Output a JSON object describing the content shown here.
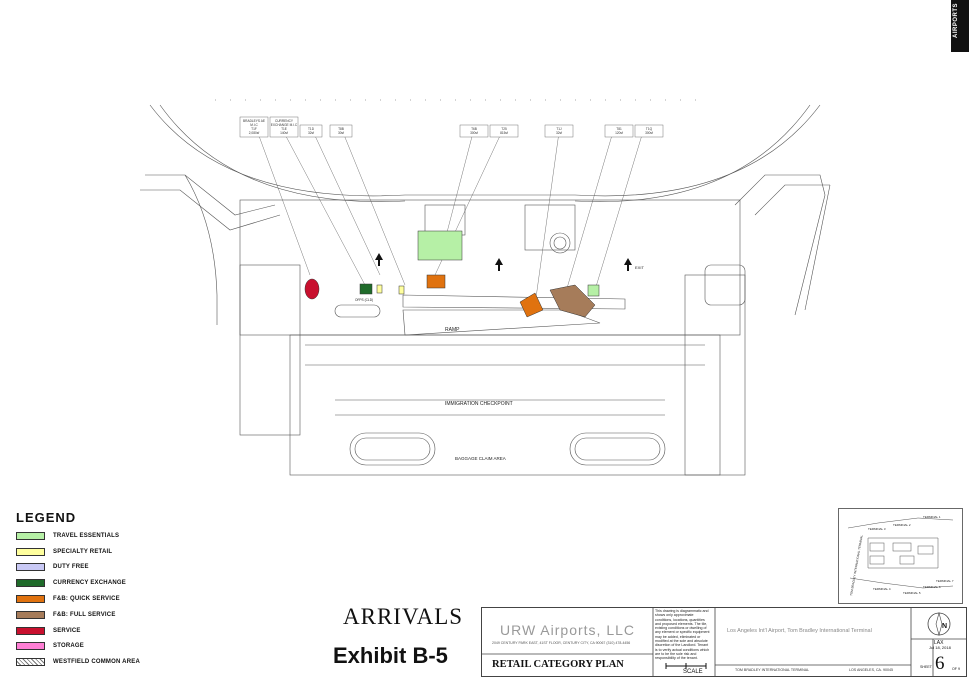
{
  "side_tab": "AIRPORTS",
  "plan": {
    "callouts": [
      {
        "line1": "BRADLEYS AE",
        "line2": "M.I.C",
        "line3": "T1F",
        "line4": "2,080sf"
      },
      {
        "line1": "CURRENCY",
        "line2": "EXCHANGE M.I.C",
        "line3": "T1E",
        "line4": "140sf"
      },
      {
        "line1": "",
        "line2": "",
        "line3": "T1D",
        "line4": "32sf"
      },
      {
        "line1": "",
        "line2": "",
        "line3": "T8B",
        "line4": "30sf"
      },
      {
        "line1": "",
        "line2": "",
        "line3": "T6B",
        "line4": "300sf"
      },
      {
        "line1": "",
        "line2": "",
        "line3": "T25",
        "line4": "815sf"
      },
      {
        "line1": "",
        "line2": "",
        "line3": "T1J",
        "line4": "32sf"
      },
      {
        "line1": "",
        "line2": "",
        "line3": "T81",
        "line4": "120sf"
      },
      {
        "line1": "",
        "line2": "",
        "line3": "T1Q",
        "line4": "300sf"
      }
    ],
    "labels": {
      "ramp": "RAMP",
      "immigration": "IMMIGRATION CHECKPOINT",
      "baggage": "BAGGAGE CLAIM AREA",
      "exit": "EXIT",
      "ofps": "OFPS (CLD)"
    }
  },
  "legend": {
    "title": "LEGEND",
    "items": [
      {
        "label": "TRAVEL ESSENTIALS",
        "color": "#b6f0a6"
      },
      {
        "label": "SPECIALTY RETAIL",
        "color": "#ffff9e"
      },
      {
        "label": "DUTY FREE",
        "color": "#c9c9f5"
      },
      {
        "label": "CURRENCY EXCHANGE",
        "color": "#1f6b2a"
      },
      {
        "label": "F&B: QUICK SERVICE",
        "color": "#e0720f"
      },
      {
        "label": "F&B: FULL SERVICE",
        "color": "#a67c5a"
      },
      {
        "label": "SERVICE",
        "color": "#c8102e"
      },
      {
        "label": "STORAGE",
        "color": "#ff7fd5"
      },
      {
        "label": "WESTFIELD COMMON AREA",
        "color": "hatch"
      }
    ]
  },
  "titles": {
    "arrivals": "ARRIVALS",
    "exhibit": "Exhibit B-5"
  },
  "title_block": {
    "company": "URW Airports, LLC",
    "address": "2049 CENTURY PARK EAST, 41ST FLOOR, CENTURY CITY, CA 90067    (310) 478-4456",
    "plan_title": "RETAIL CATEGORY PLAN",
    "scale_label": "SCALE",
    "disclaimer": "This drawing is diagrammatic and shows only approximate conditions, locations, quantities and proposed elements. The tile, existing conditions or dwelling of any element or specific equipment may be added, eliminated or modified at the sole and absolute discretion of the Landlord. Tenant is to verify actual conditions which are to be the sole risk and responsibility of the tenant.",
    "project": "Los Angeles Int'l Airport, Tom Bradley International Terminal",
    "subtitle1": "TOM BRADLEY INTERNATIONAL TERMINAL",
    "subtitle2": "LOS ANGELES, CA. 90045",
    "lax": "LAX",
    "date": "Jul 18, 2018",
    "sheet_label": "SHEET",
    "sheet": "6",
    "of": "OF 9",
    "north": "N"
  },
  "key_plan": {
    "labels": [
      "TERMINAL 1",
      "TERMINAL 2",
      "TERMINAL 3",
      "TOM BRADLEY INTERNATIONAL TERMINAL",
      "TERMINAL 4",
      "TERMINAL 5",
      "TERMINAL 6",
      "TERMINAL 7"
    ]
  }
}
